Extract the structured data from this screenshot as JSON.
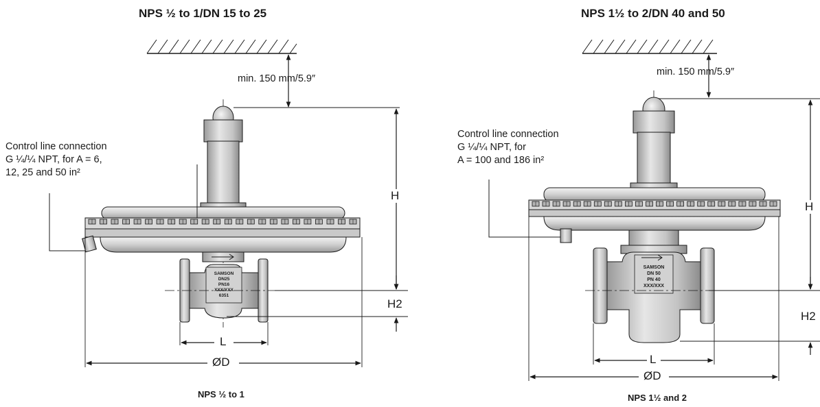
{
  "left": {
    "title": "NPS ½ to 1/DN 15 to 25",
    "subtitle": "NPS ½ to 1",
    "clearance": "min. 150 mm/5.9″",
    "note_lines": [
      "Control line connection",
      "G ¼/¼ NPT, for A = 6,",
      "12, 25 and 50 in²"
    ],
    "dim_h": "H",
    "dim_h2": "H2",
    "dim_l": "L",
    "dim_d": "ØD",
    "body_marking": [
      "SAMSON",
      "DN25",
      "PN16",
      "XXX/XXX",
      "6351"
    ]
  },
  "right": {
    "title": "NPS 1½ to 2/DN 40 and 50",
    "subtitle": "NPS 1½ and 2",
    "clearance": "min. 150 mm/5.9″",
    "note_lines": [
      "Control line connection",
      "G ¼/¼ NPT, for",
      "A = 100 and 186 in²"
    ],
    "dim_h": "H",
    "dim_h2": "H2",
    "dim_l": "L",
    "dim_d": "ØD",
    "body_marking": [
      "SAMSON",
      "DN 50",
      "PN 40",
      "XXX/XXX"
    ]
  },
  "colors": {
    "line": "#1a1a1a",
    "metal_light": "#e8e8e8",
    "metal_mid": "#bdbdbd",
    "metal_dark": "#8a8a8a"
  }
}
